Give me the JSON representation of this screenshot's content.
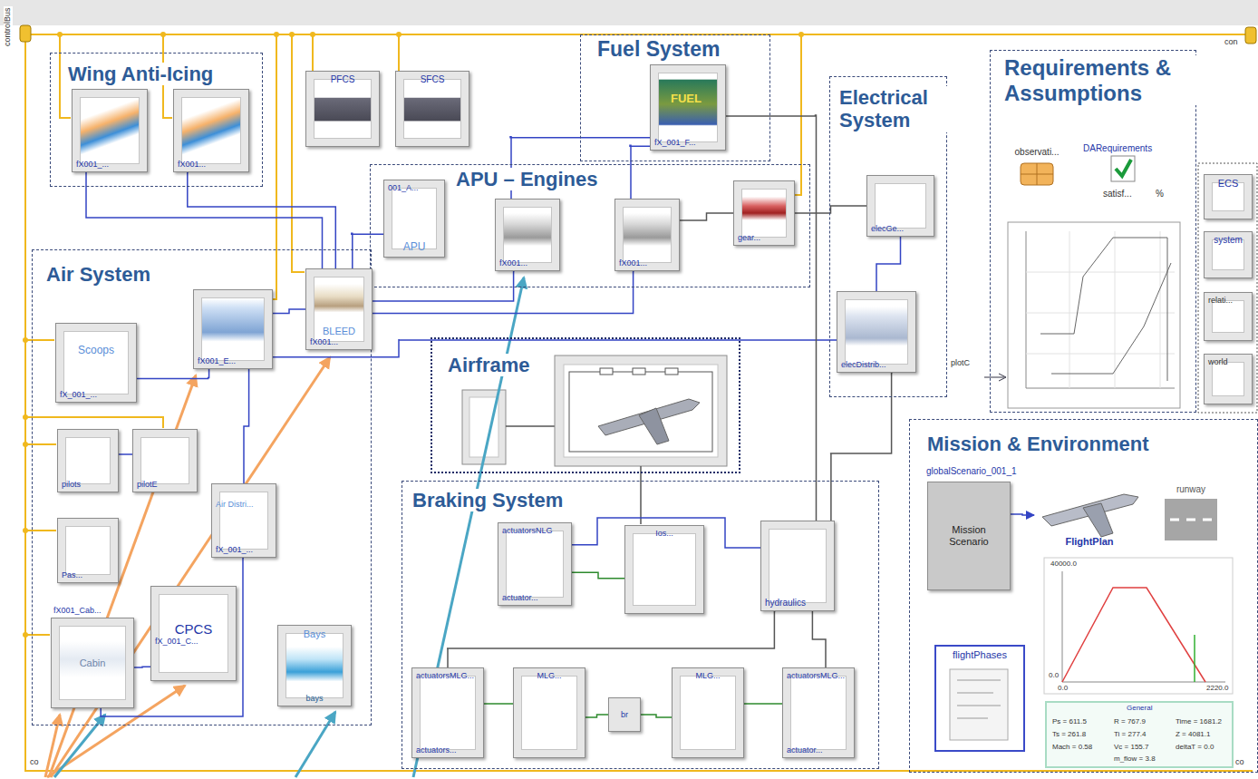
{
  "diagram": {
    "nodes": [
      {
        "text": [
          "Wing Anti-Icing"
        ]
      },
      {
        "text": [
          "fX001_..."
        ],
        "in": 0
      },
      {
        "text": [
          "fX001..."
        ],
        "in": 0
      },
      {
        "text": [
          "PFCS"
        ]
      },
      {
        "text": [
          "SFCS"
        ]
      },
      {
        "text": [
          "Fuel System"
        ]
      },
      {
        "text": [
          "FUEL",
          "fX_001_F..."
        ],
        "in": 5
      },
      {
        "text": [
          "APU – Engines"
        ]
      },
      {
        "text": [
          "001_A...",
          "APU"
        ],
        "in": 7
      },
      {
        "text": [
          "fX001..."
        ],
        "in": 7
      },
      {
        "text": [
          "fX001..."
        ],
        "in": 7
      },
      {
        "text": [
          "gear..."
        ],
        "in": 7
      },
      {
        "text": [
          "Electrical System"
        ]
      },
      {
        "text": [
          "elecGe..."
        ],
        "in": 12
      },
      {
        "text": [
          "elecDistrib..."
        ],
        "in": 12
      },
      {
        "text": [
          "Requirements & Assumptions"
        ]
      },
      {
        "text": [
          "observati..."
        ],
        "in": 15
      },
      {
        "text": [
          "DARequirements",
          "satisf...",
          "%"
        ],
        "in": 15
      },
      {
        "text": [
          "plotC"
        ]
      },
      {
        "text": [
          "ECS"
        ]
      },
      {
        "text": [
          "system"
        ]
      },
      {
        "text": [
          "relati..."
        ]
      },
      {
        "text": [
          "world"
        ]
      },
      {
        "text": [
          "Air System"
        ]
      },
      {
        "text": [
          "Scoops",
          "fX_001_..."
        ],
        "in": 23
      },
      {
        "text": [
          "fX001_E..."
        ],
        "in": 23
      },
      {
        "text": [
          "BLEED",
          "fX001..."
        ],
        "in": 23
      },
      {
        "text": [
          "pilots"
        ],
        "in": 23
      },
      {
        "text": [
          "pilotE"
        ],
        "in": 23
      },
      {
        "text": [
          "Air Distri...",
          "fX_001_..."
        ],
        "in": 23
      },
      {
        "text": [
          "Pas..."
        ],
        "in": 23
      },
      {
        "text": [
          "fX001_Cab...",
          "Cabin"
        ],
        "in": 23
      },
      {
        "text": [
          "CPCS",
          "fX_001_C..."
        ],
        "in": 23
      },
      {
        "text": [
          "Bays",
          "bays"
        ],
        "in": 23
      },
      {
        "text": [
          "Airframe"
        ]
      },
      {
        "text": [
          "Braking System"
        ]
      },
      {
        "text": [
          "actuatorsNLG",
          "actuator..."
        ],
        "in": 35
      },
      {
        "text": [
          "Ios..."
        ],
        "in": 35
      },
      {
        "text": [
          "hydraulics"
        ],
        "in": 35
      },
      {
        "text": [
          "actuatorsMLG...",
          "actuators..."
        ],
        "in": 35
      },
      {
        "text": [
          "MLG..."
        ],
        "in": 35
      },
      {
        "text": [
          "br"
        ],
        "in": 35
      },
      {
        "text": [
          "MLG..."
        ],
        "in": 35
      },
      {
        "text": [
          "actuatorsMLG...",
          "actuator..."
        ],
        "in": 35
      },
      {
        "text": [
          "Mission & Environment"
        ]
      },
      {
        "text": [
          "globalScenario_001_1",
          "Mission Scenario"
        ],
        "in": 44
      },
      {
        "text": [
          "FlightPlan"
        ],
        "in": 44
      },
      {
        "text": [
          "runway"
        ],
        "in": 44
      },
      {
        "text": [
          "flightPhases"
        ],
        "in": 44
      },
      {
        "text": [
          "General",
          "Ps = 611.5",
          "R = 767.9",
          "Time = 1681.2",
          "Ts = 261.8",
          "Ti = 277.4",
          "Z = 4081.1",
          "Mach = 0.58",
          "Vc = 155.7",
          "deltaT = 0.0",
          "m_flow = 3.8"
        ],
        "in": 44
      }
    ],
    "edges": [
      {
        "from": 1,
        "to": 26,
        "arrow": "none"
      },
      {
        "from": 2,
        "to": 26,
        "arrow": "none"
      },
      {
        "from": 8,
        "to": 26,
        "arrow": "none"
      },
      {
        "from": 9,
        "to": 26,
        "arrow": "none"
      },
      {
        "from": 10,
        "to": 26,
        "arrow": "none"
      },
      {
        "from": 6,
        "to": 9,
        "arrow": "none"
      },
      {
        "from": 6,
        "to": 10,
        "arrow": "none"
      },
      {
        "from": 10,
        "to": 11,
        "arrow": "none"
      },
      {
        "from": 11,
        "to": 13,
        "arrow": "none"
      },
      {
        "from": 25,
        "to": 26,
        "arrow": "none"
      },
      {
        "from": 24,
        "to": 25,
        "arrow": "none"
      },
      {
        "from": 25,
        "to": 29,
        "arrow": "none"
      },
      {
        "from": 29,
        "to": 31,
        "arrow": "none"
      },
      {
        "from": 31,
        "to": 32,
        "arrow": "none"
      },
      {
        "from": 27,
        "to": 28,
        "arrow": "none"
      },
      {
        "from": 14,
        "to": 38,
        "arrow": "none"
      },
      {
        "from": 38,
        "to": 36,
        "arrow": "none"
      },
      {
        "from": 36,
        "to": 37,
        "arrow": "none"
      },
      {
        "from": 39,
        "to": 40,
        "arrow": "none"
      },
      {
        "from": 40,
        "to": 41,
        "arrow": "none"
      },
      {
        "from": 41,
        "to": 42,
        "arrow": "none"
      },
      {
        "from": 42,
        "to": 43,
        "arrow": "none"
      },
      {
        "from": 38,
        "to": 43,
        "arrow": "none"
      },
      {
        "from": 38,
        "to": 39,
        "arrow": "none"
      },
      {
        "from": 25,
        "to": 14,
        "arrow": "none"
      },
      {
        "from": 6,
        "to": 38,
        "arrow": "none"
      },
      {
        "from": 13,
        "to": 14,
        "arrow": "none"
      },
      {
        "from": 45,
        "to": 46,
        "arrow": "to"
      }
    ],
    "labels": [
      "controlBus",
      "con",
      "co",
      "co",
      "40000.0",
      "0.0",
      "0.0",
      "2220.0"
    ]
  }
}
